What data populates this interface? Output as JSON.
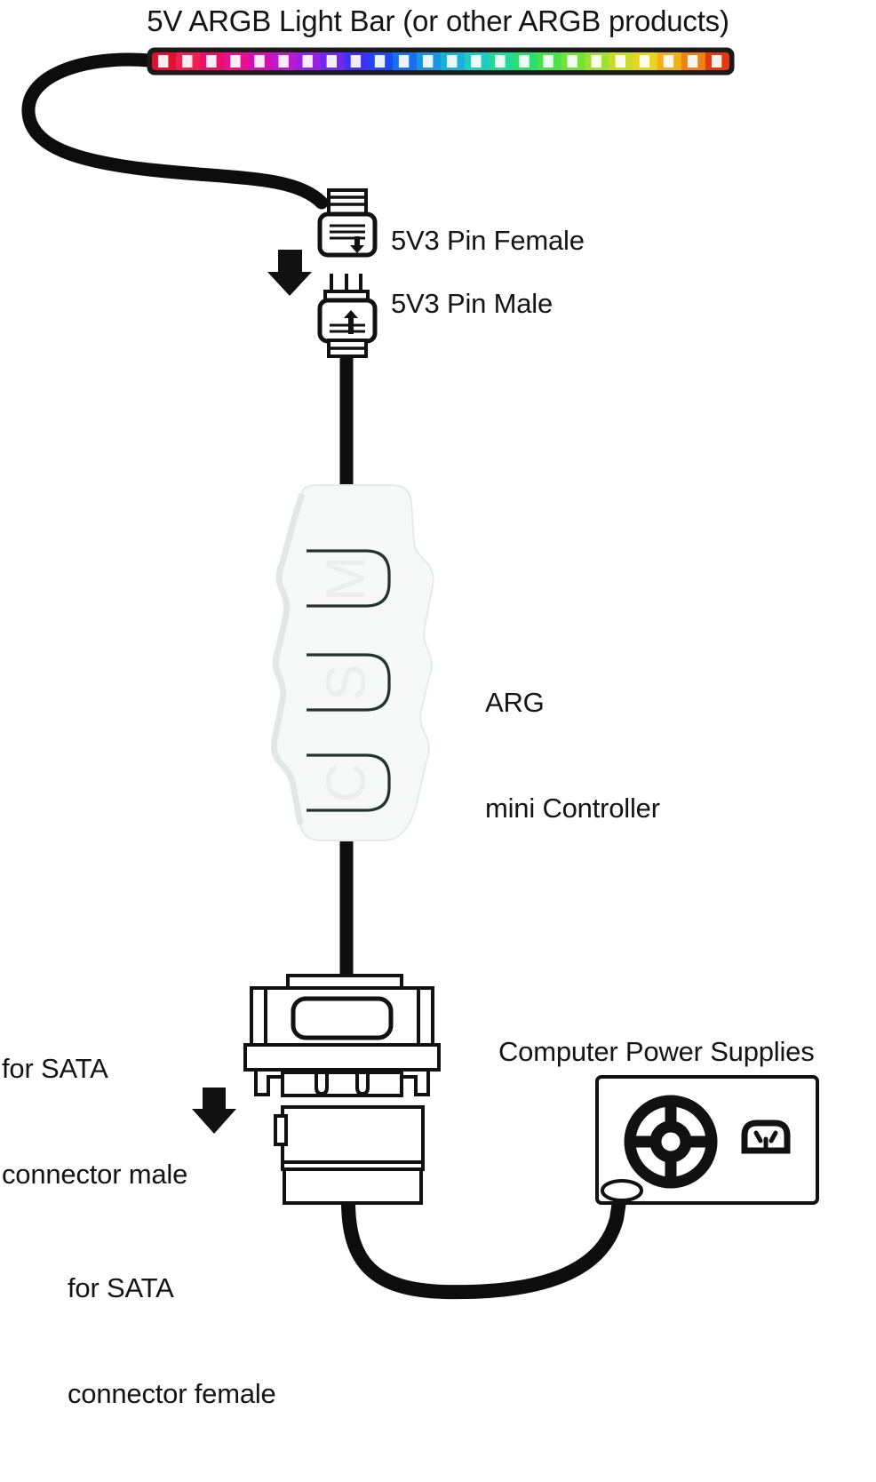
{
  "diagram": {
    "title": "5V ARGB Light Bar (or other ARGB products)",
    "background_color": "#ffffff",
    "line_color": "#111111",
    "cable_color": "#0d0d0d",
    "labels": {
      "pin_female": "5V3 Pin Female",
      "pin_male": "5V3 Pin Male",
      "controller_line1": "ARG",
      "controller_line2": "mini Controller",
      "sata_male_line1": "for SATA",
      "sata_male_line2": "connector male",
      "sata_female_line1": "for SATA",
      "sata_female_line2": "connector female",
      "power_supply": "Computer Power Supplies"
    },
    "light_bar": {
      "led_count": 24,
      "body_color": "#1a1a1a",
      "colors": [
        "#e01030",
        "#f02050",
        "#e8106a",
        "#e81090",
        "#d410b4",
        "#bc18d0",
        "#9820e0",
        "#7028ee",
        "#4030f0",
        "#2048f2",
        "#1870ee",
        "#1896e4",
        "#18b4d8",
        "#20ccc0",
        "#24d89a",
        "#2ade70",
        "#45e24a",
        "#70e23a",
        "#a0e030",
        "#cada28",
        "#e8d420",
        "#f2b018",
        "#f08014",
        "#e03810"
      ],
      "highlight_color": "#ffffff"
    },
    "controller": {
      "body_color": "#f7f8f8",
      "edge_color": "#dfe3e3",
      "button_outline_color": "#243230",
      "buttons": [
        {
          "letter": "M",
          "name": "mode-button"
        },
        {
          "letter": "S",
          "name": "speed-button"
        },
        {
          "letter": "C",
          "name": "color-button"
        }
      ]
    },
    "power_supply_unit": {
      "fan_grille_name": "fan-grille-icon",
      "ac_socket_name": "ac-socket-icon",
      "body_fill": "#ffffff",
      "outline": "#111111"
    },
    "connection_arrows": [
      {
        "name": "arrow-pin-connect",
        "direction": "down"
      },
      {
        "name": "arrow-sata-connect",
        "direction": "down"
      }
    ],
    "connectors": {
      "pin_female_name": "5v3-pin-female-connector",
      "pin_male_name": "5v3-pin-male-connector",
      "sata_male_name": "sata-connector-male",
      "sata_female_name": "sata-connector-female"
    }
  }
}
